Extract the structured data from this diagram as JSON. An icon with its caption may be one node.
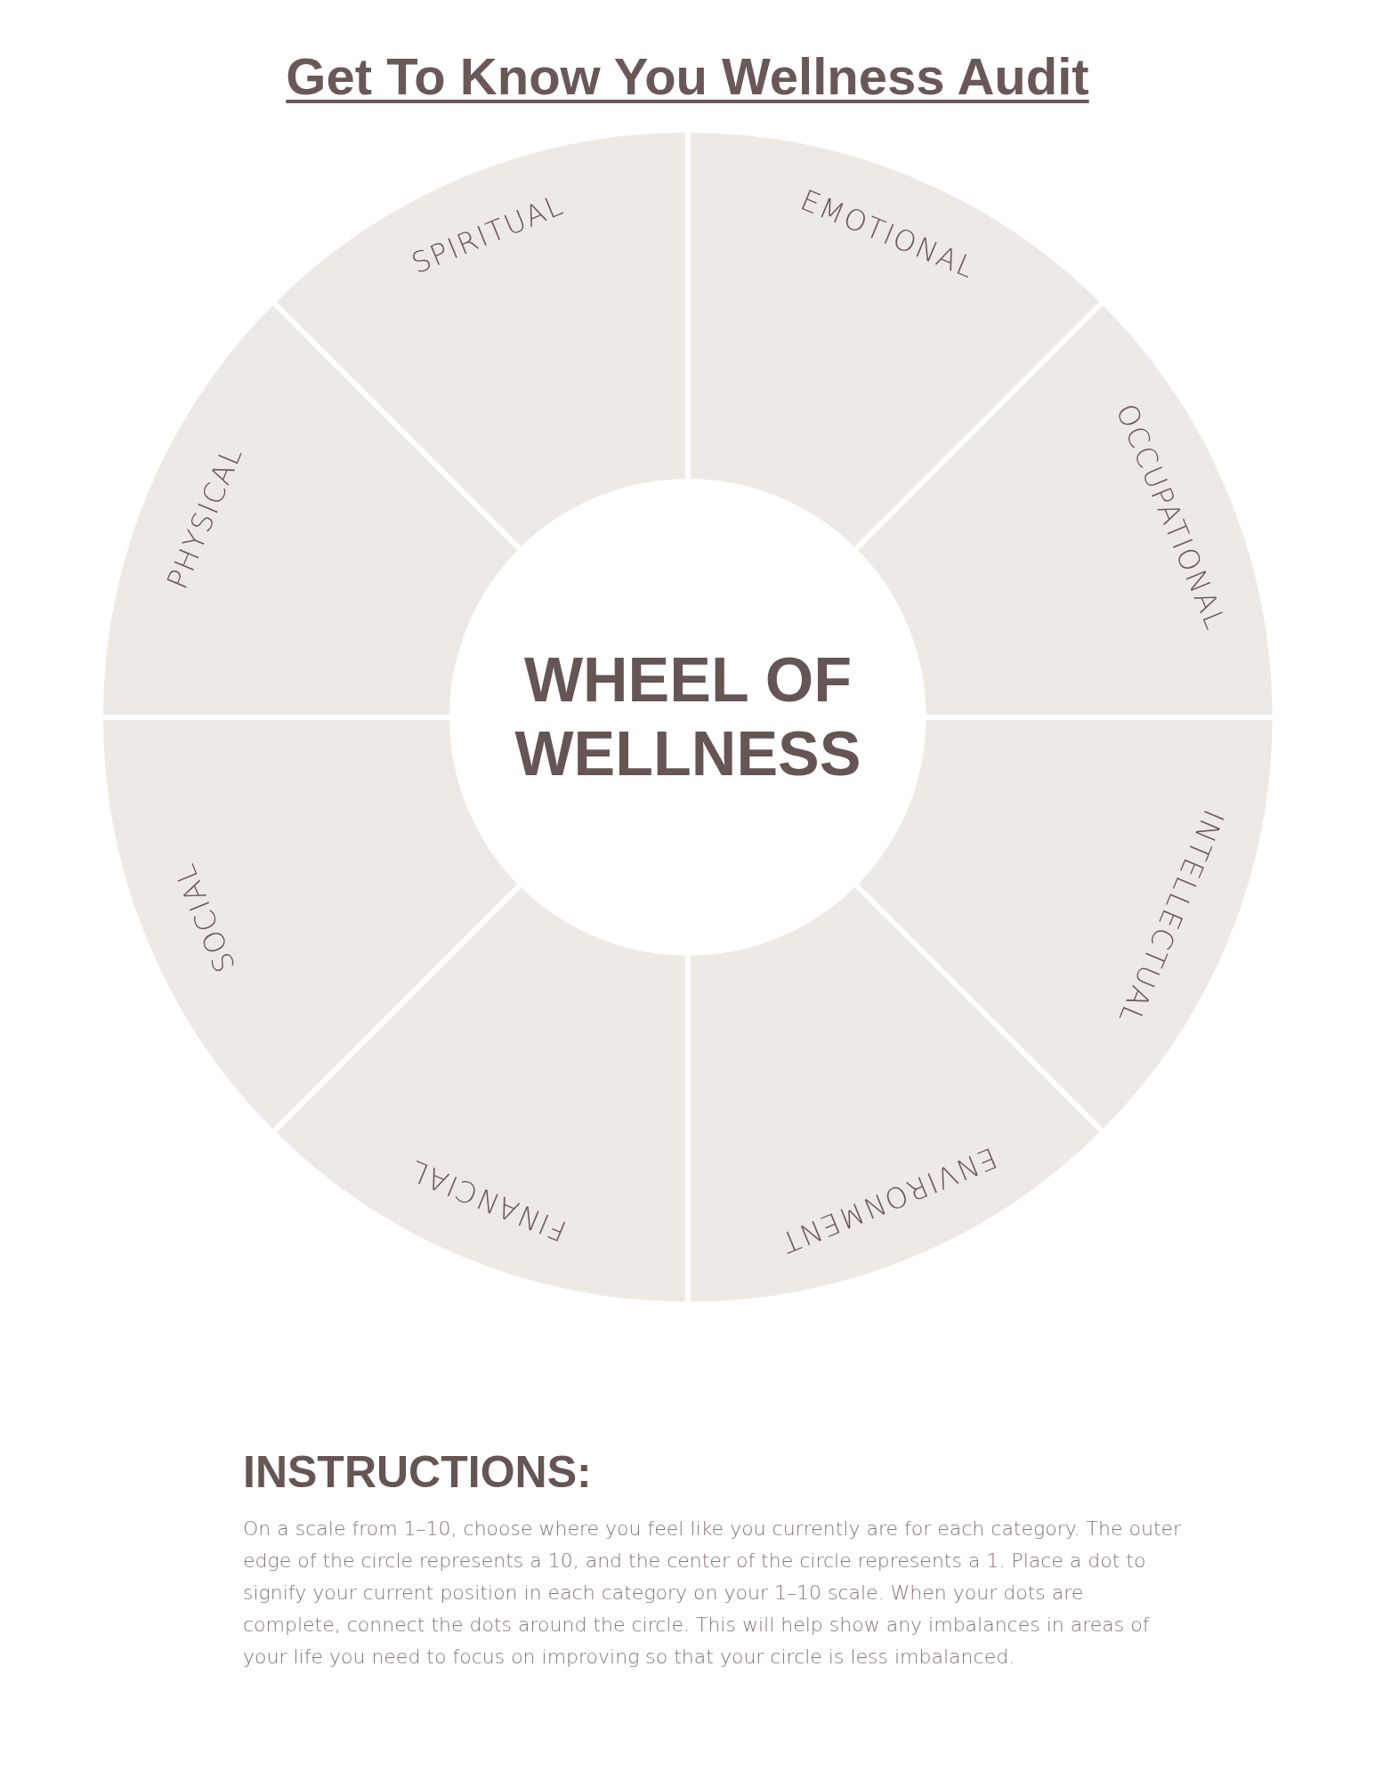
{
  "diagram": {
    "title": "Get To Know You Wellness Audit",
    "nodes": [
      {
        "text": [
          "SPIRITUAL"
        ]
      },
      {
        "text": [
          "EMOTIONAL"
        ]
      },
      {
        "text": [
          "OCCUPATIONAL"
        ]
      },
      {
        "text": [
          "INTELLECTUAL"
        ]
      },
      {
        "text": [
          "ENVIRONMENT"
        ]
      },
      {
        "text": [
          "FINANCIAL"
        ]
      },
      {
        "text": [
          "SOCIAL"
        ]
      },
      {
        "text": [
          "PHYSICAL"
        ]
      },
      {
        "text": [
          "WHEEL OF WELLNESS"
        ]
      }
    ],
    "labels": [
      "INSTRUCTIONS:",
      "On a scale from 1–10, choose where you feel like you currently are for each category. The outer edge of the circle represents a 10, and the center of the circle represents a 1.  Place a dot to signify your current position in each category on your 1–10 scale. When your dots are complete, connect the dots around the circle.  This will help show any imbalances in areas of your life you need to focus on improving so that your circle is less imbalanced."
    ]
  }
}
